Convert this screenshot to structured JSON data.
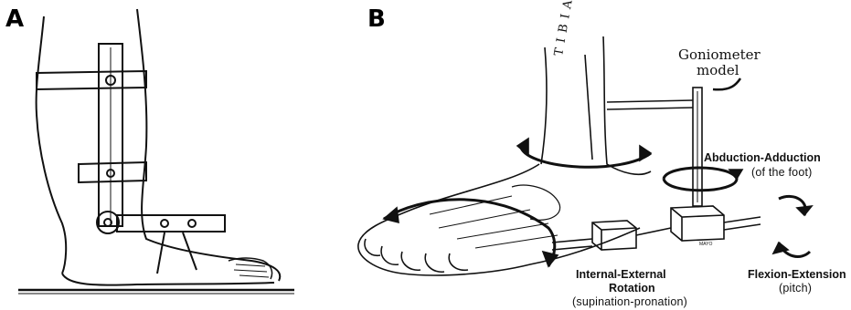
{
  "panels": {
    "a": {
      "letter": "A"
    },
    "b": {
      "letter": "B",
      "labels": {
        "goniometer_line1": "Goniometer",
        "goniometer_line2": "model",
        "abduction_title": "Abduction-Adduction",
        "abduction_sub": "(of the foot)",
        "rotation_title_line1": "Internal-External",
        "rotation_title_line2": "Rotation",
        "rotation_sub": "(supination-pronation)",
        "flexion_title": "Flexion-Extension",
        "flexion_sub": "(pitch)",
        "tibia": "TIBIA",
        "mayo": "MAYO"
      }
    }
  },
  "colors": {
    "ink": "#111111",
    "background": "#ffffff"
  }
}
